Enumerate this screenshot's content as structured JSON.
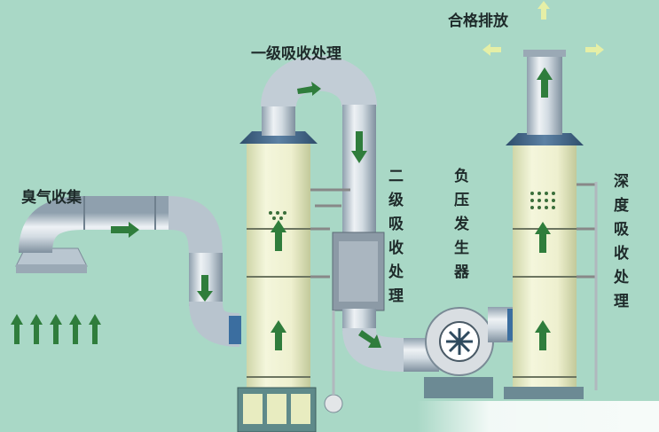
{
  "labels": {
    "odor_collection": "臭气收集",
    "stage1": "一级吸收处理",
    "compliant_discharge": "合格排放"
  },
  "vertical_labels": {
    "stage2": [
      "二",
      "级",
      "吸",
      "收",
      "处",
      "理"
    ],
    "negative_pressure": [
      "负",
      "压",
      "发",
      "生",
      "器"
    ],
    "deep_absorption": [
      "深",
      "度",
      "吸",
      "收",
      "处",
      "理"
    ]
  },
  "colors": {
    "background": "#a9d8c6",
    "tower": "#eef2cc",
    "duct": "#c9d4dc",
    "arrow": "#2f7d3c",
    "cap": "#355a7a"
  },
  "icons": {
    "flow_arrow": "green-arrow-icon",
    "fan": "centrifugal-fan-icon"
  }
}
